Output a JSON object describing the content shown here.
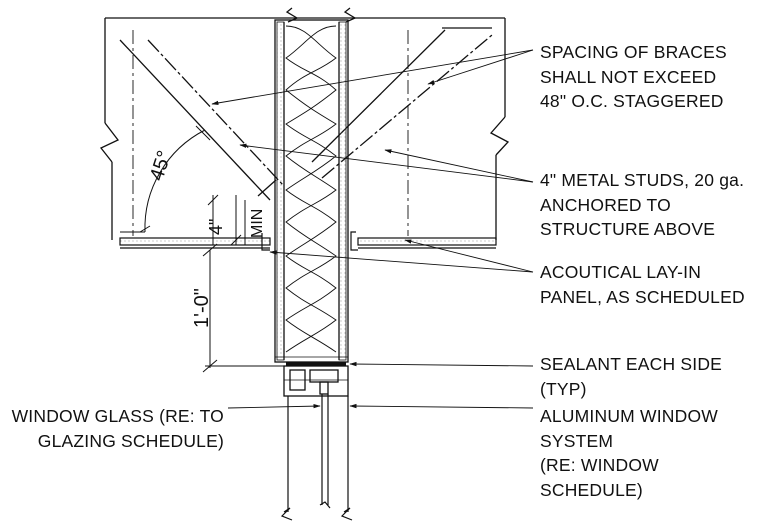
{
  "notes": {
    "braces": "SPACING OF BRACES\nSHALL NOT EXCEED\n48\" O.C. STAGGERED",
    "studs": "4\" METAL STUDS, 20 ga.\nANCHORED TO\nSTRUCTURE ABOVE",
    "panel": "ACOUTICAL LAY-IN\nPANEL, AS SCHEDULED",
    "sealant": "SEALANT EACH SIDE\n(TYP)",
    "aluminum": "ALUMINUM WINDOW\nSYSTEM\n(RE: WINDOW\nSCHEDULE)",
    "glass": "WINDOW GLASS (RE: TO\nGLAZING SCHEDULE)"
  },
  "dimensions": {
    "angle": "45°",
    "clearance": "4\"",
    "clearance_qualifier": "MIN",
    "drop": "1'-0\""
  }
}
